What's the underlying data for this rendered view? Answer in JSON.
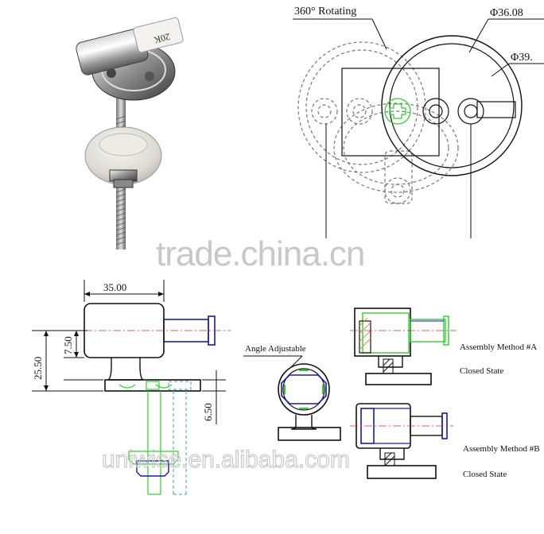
{
  "photo": {
    "knob_marking": "20K"
  },
  "top_drawing": {
    "rotating_label": "360° Rotating",
    "dia_small": "Φ36.08",
    "dia_large": "Φ39."
  },
  "side_view": {
    "dim_width": "35.00",
    "dim_height_total": "25.50",
    "dim_height_body": "7.50",
    "dim_base": "6.50"
  },
  "angle_view": {
    "label": "Angle Adjustable"
  },
  "assembly_a": {
    "label": "Assembly Method  #A",
    "state": "Closed State"
  },
  "assembly_b": {
    "label": "Assembly Method #B",
    "state": "Closed State"
  },
  "watermarks": {
    "primary": "trade.china.cn",
    "secondary": "uniwise.en.alibaba.com"
  },
  "colors": {
    "line": "#111111",
    "dashed": "#777777",
    "green": "#33cc33",
    "blue": "#1a1aa0",
    "cyan": "#66aacc",
    "watermark": "#c8c8c8"
  }
}
